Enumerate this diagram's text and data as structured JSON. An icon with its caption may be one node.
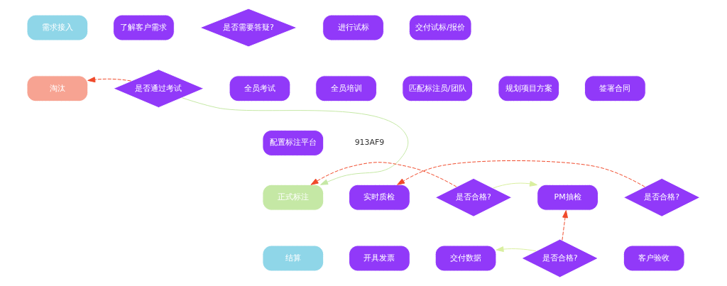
{
  "diagram": {
    "nodes": [
      {
        "text": [
          "需求接入"
        ]
      },
      {
        "text": [
          "了解客户需求"
        ]
      },
      {
        "text": [
          "是否需要答疑?"
        ]
      },
      {
        "text": [
          "进行试标"
        ]
      },
      {
        "text": [
          "交付试标/报价"
        ]
      },
      {
        "text": [
          "淘汰"
        ]
      },
      {
        "text": [
          "是否通过考试"
        ]
      },
      {
        "text": [
          "全员考试"
        ]
      },
      {
        "text": [
          "全员培训"
        ]
      },
      {
        "text": [
          "匹配标注员/团队"
        ]
      },
      {
        "text": [
          "配置标注平台"
        ]
      },
      {
        "text": [
          "规划项目方案"
        ]
      },
      {
        "text": [
          "签署合同"
        ]
      },
      {
        "text": [
          "正式标注"
        ]
      },
      {
        "text": [
          "实时质检"
        ]
      },
      {
        "text": [
          "是否合格?"
        ]
      },
      {
        "text": [
          "PM抽检"
        ]
      },
      {
        "text": [
          "是否合格?"
        ]
      },
      {
        "text": [
          "结算"
        ]
      },
      {
        "text": [
          "开具发票"
        ]
      },
      {
        "text": [
          "交付数据"
        ]
      },
      {
        "text": [
          "是否合格?"
        ]
      },
      {
        "text": [
          "客户验收"
        ]
      }
    ],
    "edges": [
      {
        "from": 6,
        "to": 5,
        "arrow": "to",
        "style": "dashed"
      },
      {
        "from": 6,
        "to": 13,
        "arrow": "to",
        "color": "#c5e8a5"
      },
      {
        "from": 15,
        "to": 13,
        "arrow": "to",
        "style": "dashed"
      },
      {
        "from": 15,
        "to": 16,
        "arrow": "to",
        "color": "#d9ef9f"
      },
      {
        "from": 17,
        "to": 14,
        "arrow": "to",
        "style": "dashed"
      },
      {
        "from": 21,
        "to": 16,
        "arrow": "to",
        "style": "dashed"
      },
      {
        "from": 21,
        "to": 20,
        "arrow": "to",
        "color": "#d9ef9f"
      }
    ],
    "labels": [
      "913AF9"
    ]
  }
}
